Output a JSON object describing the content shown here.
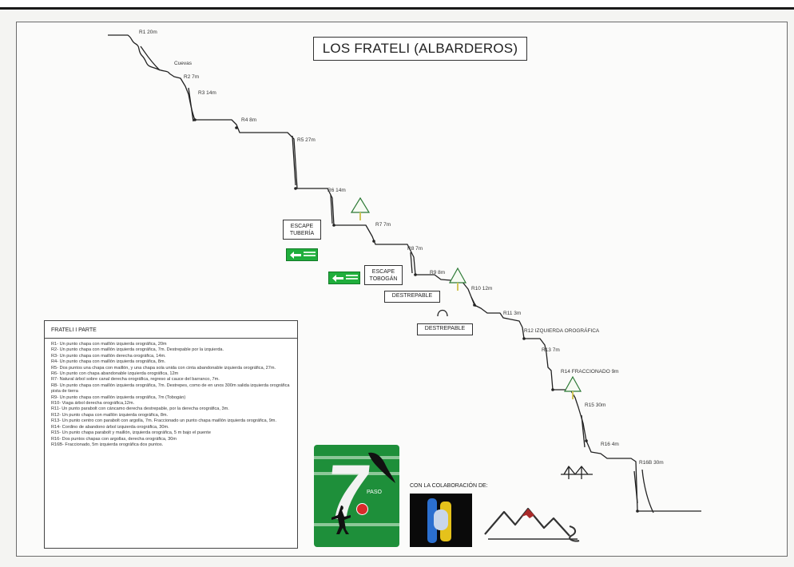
{
  "title": "LOS FRATELI (ALBARDEROS)",
  "rappels": [
    {
      "id": "r1",
      "label": "R1  20m"
    },
    {
      "id": "cuevas",
      "label": "Cuevas"
    },
    {
      "id": "r2",
      "label": "R2  7m"
    },
    {
      "id": "r3",
      "label": "R3  14m"
    },
    {
      "id": "r4",
      "label": "R4  8m"
    },
    {
      "id": "r5",
      "label": "R5  27m"
    },
    {
      "id": "r6",
      "label": "R6  14m"
    },
    {
      "id": "r7",
      "label": "R7  7m"
    },
    {
      "id": "r8",
      "label": "R8  7m"
    },
    {
      "id": "r9",
      "label": "R9  8m"
    },
    {
      "id": "r10",
      "label": "R10  12m"
    },
    {
      "id": "r11",
      "label": "R11  3m"
    },
    {
      "id": "r12",
      "label": "R12 IZQUIERDA OROGRÁFICA"
    },
    {
      "id": "r13",
      "label": "R13  7m"
    },
    {
      "id": "r14",
      "label": "R14  FRACCIONADO  9m"
    },
    {
      "id": "r15",
      "label": "R15  30m"
    },
    {
      "id": "r16",
      "label": "R16  4m"
    },
    {
      "id": "r16b",
      "label": "R16B  30m"
    }
  ],
  "escapes": {
    "tuberia": [
      "ESCAPE",
      "TUBERÍA"
    ],
    "tobogan": [
      "ESCAPE",
      "TOBOGÁN"
    ]
  },
  "destrepable": "DESTREPABLE",
  "legend": {
    "heading": "FRATELI I PARTE",
    "items": [
      "R1- Un punto chapa con maillón izquierda orográfica, 20m",
      "R2- Un punto chapa con maillón izquierda orográfica, 7m. Destrepable por la izquierda.",
      "R3- Un punto chapa con maillón derecha orográfica, 14m.",
      "R4- Un punto chapa con maillón izquierda orográfica, 8m.",
      "R5- Dos puntos una chapa con maillón, y una chapa sola unida con cinta abandonable izquierda orográfica, 27m.",
      "R6- Un punto con chapa abandonable izquierda orográfica, 12m",
      "R7- Natural árbol sobre canal derecha orográfica, regreso al cauce del barranco, 7m.",
      "R8- Un punto chapa con maillón izquierda orográfica, 7m. Destrepes, como de en unos 300m salida izquierda orográfica pista de tierra",
      "R9- Un punto chapa con maillón izquierda orográfica, 7m (Tobogán)",
      "R10- Viaga árbol derecha orográfica,12m.",
      "R11- Un punto parabolt con cáncamo derecha destrepable, por la derecha orográfica, 3m.",
      "R12- Un punto chapa con maillón izquierda orográfica, 8m.",
      "R13- Un punto centro con parabolt con argolla, 7m. Fraccionado un punto chapa maillón izquierda orográfica, 9m.",
      "R14- Cordino de abandono árbol izquierda orográfica, 30m.",
      "R15- Un punto chapa parabolt y maillón, izquierda orográfica, 5 m bajo el puente",
      "R16- Dos puntos chapas con argollas, derecha orográfica, 30m",
      "R16B- Fraccionado, 5m izquierda orográfica dos puntos."
    ]
  },
  "logo7": {
    "numeral": "7",
    "side_text": "PASO"
  },
  "collaboration": "CON LA COLABORACIÓN DE:",
  "colors": {
    "green": "#1fae3c",
    "logo_green": "#1e8f3a",
    "line": "#222222",
    "tree": "#3fa34d"
  }
}
